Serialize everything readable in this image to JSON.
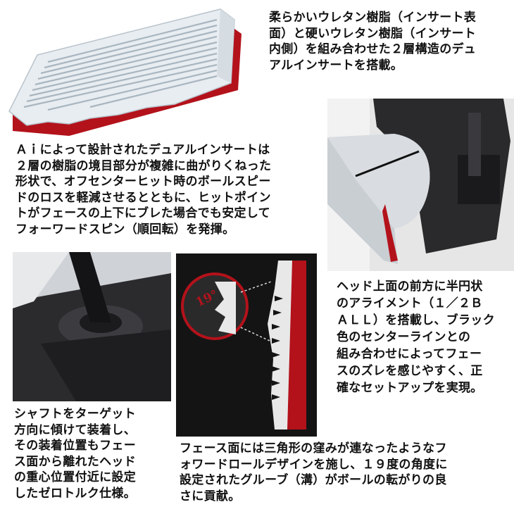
{
  "texts": {
    "insert": "柔らかいウレタン樹脂（インサート表\n面）と硬いウレタン樹脂（インサート\n内側）を組み合わせた２層構造のデュ\nアルインサートを搭載。",
    "ai": "Ａｉによって設計されたデュアルインサートは\n２層の樹脂の境目部分が複雑に曲がりくねった\n形状で、オフセンターヒット時のボールスピー\nドのロスを軽減させるとともに、ヒットポイン\nトがフェースの上下にブレた場合でも安定して\nフォーワードスピン（順回転）を発揮。",
    "alignment": "ヘッド上面の前方に半円状\nのアライメント（１／２Ｂ\nＡＬＬ）を搭載し、ブラック\n色のセンターラインとの\n組み合わせによってフェー\nスのズレを感じやすく、正\n確なセットアップを実現。",
    "shaft": "シャフトをターゲット\n方向に傾けて装着し、\nその装着位置もフェー\nス面から離れたヘッド\nの重心位置付近に設定\nしたゼロトルク仕様。",
    "face": "フェース面には三角形の窪みが連なったようなフ\nォワードロールデザインを施し、１９度の角度に\n設定されたグルーブ（溝）がボールの転がりの良\nさに貢献。"
  },
  "groove_angle_label": "19°",
  "colors": {
    "red": "#b3121b",
    "dark": "#1c1c1e",
    "silver": "#cfd6dc"
  }
}
